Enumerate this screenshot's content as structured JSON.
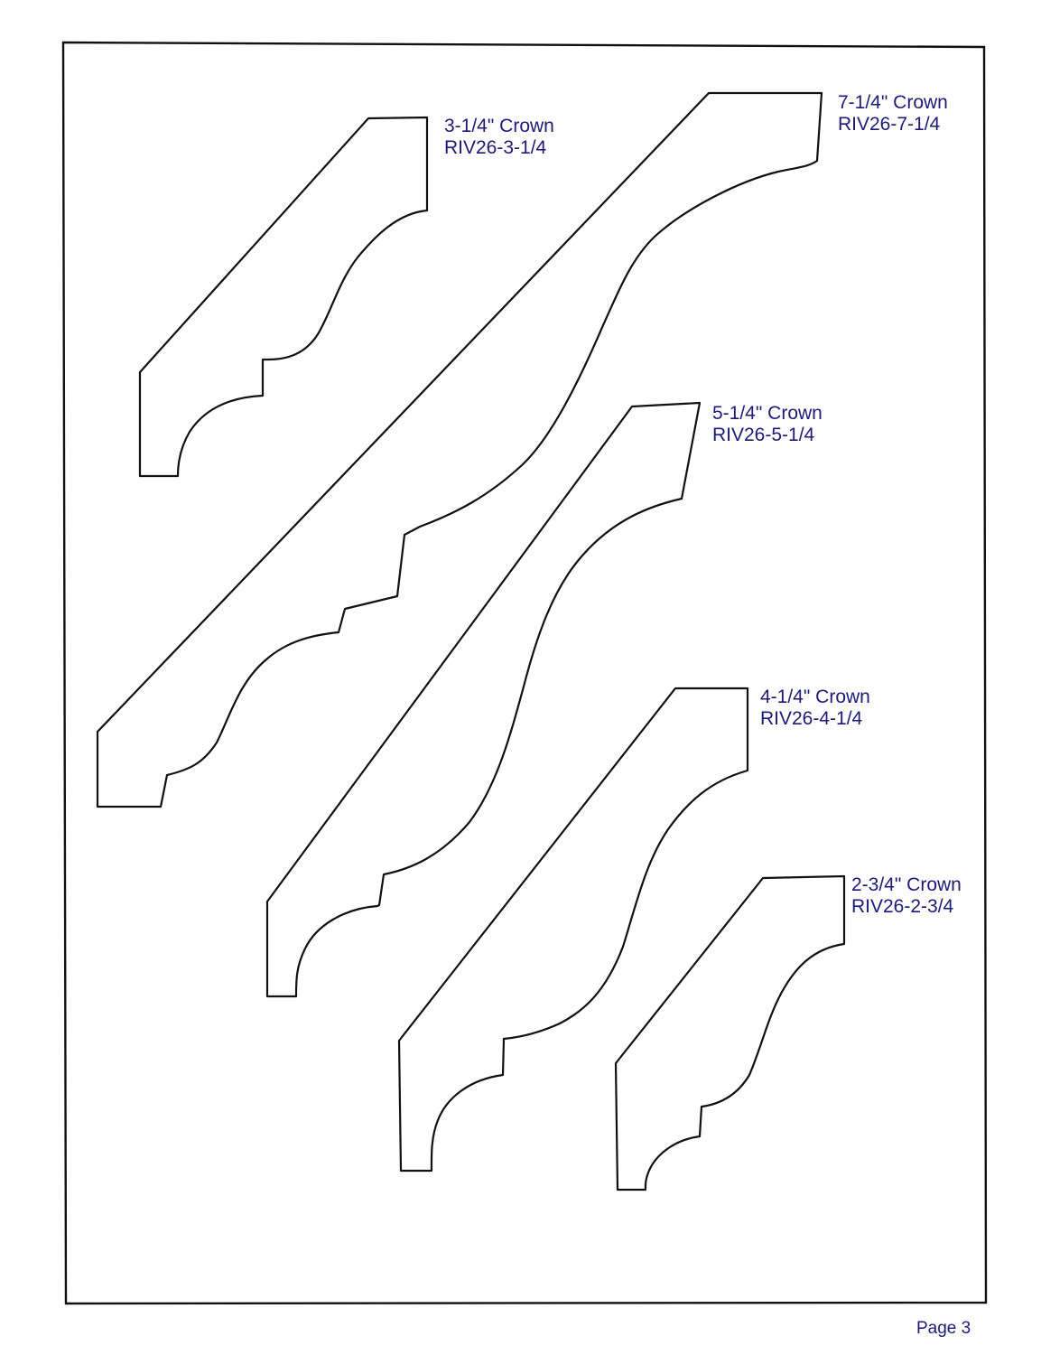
{
  "page": {
    "page_number": "Page 3"
  },
  "profiles": [
    {
      "id": "p3",
      "size": "3-1/4\" Crown",
      "part_number": "RIV26-3-1/4"
    },
    {
      "id": "p7",
      "size": "7-1/4\" Crown",
      "part_number": "RIV26-7-1/4"
    },
    {
      "id": "p5",
      "size": "5-1/4\" Crown",
      "part_number": "RIV26-5-1/4"
    },
    {
      "id": "p4",
      "size": "4-1/4\" Crown",
      "part_number": "RIV26-4-1/4"
    },
    {
      "id": "p2",
      "size": "2-3/4\" Crown",
      "part_number": "RIV26-2-3/4"
    }
  ],
  "colors": {
    "outline": "#111111",
    "label_text": "#1c1c78",
    "background": "#ffffff"
  }
}
